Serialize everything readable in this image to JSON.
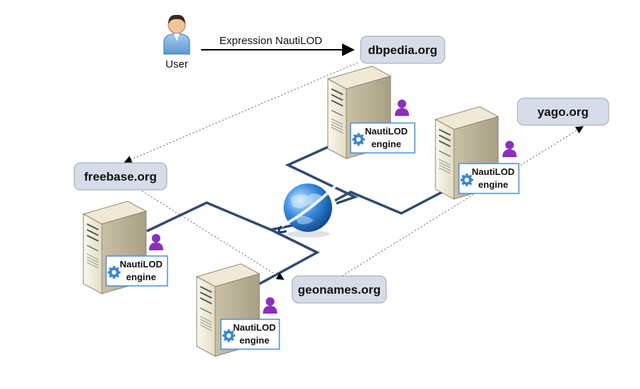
{
  "user": {
    "label": "User"
  },
  "query_edge": {
    "label": "Expression NautiLOD"
  },
  "endpoints": {
    "dbpedia": "dbpedia.org",
    "yago": "yago.org",
    "freebase": "freebase.org",
    "geonames": "geonames.org"
  },
  "engines": [
    {
      "line1": "NautiLOD",
      "line2": "engine"
    },
    {
      "line1": "NautiLOD",
      "line2": "engine"
    },
    {
      "line1": "NautiLOD",
      "line2": "engine"
    },
    {
      "line1": "NautiLOD",
      "line2": "engine"
    }
  ],
  "colors": {
    "network_line": "#2f4a6e",
    "endpoint_fill": "#d6dde8",
    "engine_border": "#4a90d9",
    "person_icon": "#8a2fbf"
  }
}
